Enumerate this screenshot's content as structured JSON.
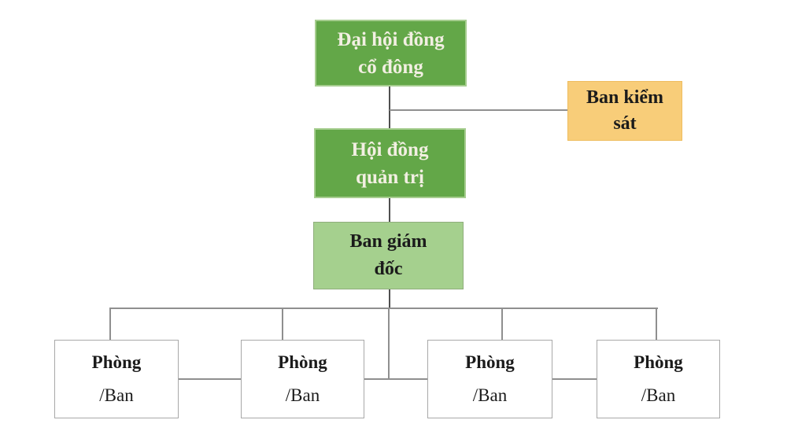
{
  "diagram": {
    "type": "org-chart",
    "language": "vi",
    "nodes": {
      "shareholders": {
        "line1": "Đại hội đồng",
        "line2": "cổ đông"
      },
      "supervisory": {
        "line1": "Ban kiểm",
        "line2": "sát"
      },
      "board": {
        "line1": "Hội đồng",
        "line2": "quản trị"
      },
      "management": {
        "line1": "Ban giám",
        "line2": "đốc"
      },
      "dept1": {
        "line1": "Phòng",
        "line2": "/Ban"
      },
      "dept2": {
        "line1": "Phòng",
        "line2": "/Ban"
      },
      "dept3": {
        "line1": "Phòng",
        "line2": "/Ban"
      },
      "dept4": {
        "line1": "Phòng",
        "line2": "/Ban"
      }
    },
    "edges": [
      {
        "from": "shareholders",
        "to": "board"
      },
      {
        "from": "shareholders",
        "to": "supervisory"
      },
      {
        "from": "board",
        "to": "management"
      },
      {
        "from": "management",
        "to": "dept1"
      },
      {
        "from": "management",
        "to": "dept2"
      },
      {
        "from": "management",
        "to": "dept3"
      },
      {
        "from": "management",
        "to": "dept4"
      },
      {
        "from": "dept1",
        "to": "dept2"
      },
      {
        "from": "dept2",
        "to": "dept3"
      },
      {
        "from": "dept3",
        "to": "dept4"
      }
    ],
    "colors": {
      "background": "#ffffff",
      "node_green_fill": "#63a748",
      "node_green_border": "#a6cd8f",
      "node_green_text": "#f2efe2",
      "node_orange_fill": "#f8cd79",
      "node_orange_border": "#eebd5f",
      "node_light_green_fill": "#a5d08e",
      "node_light_green_border": "#8fae7c",
      "dept_fill": "#ffffff",
      "dept_border": "#a8a8a8",
      "dark_text": "#1b1b1b",
      "connector_gray": "#8f8f8f",
      "connector_dark": "#4f4f4f"
    }
  }
}
